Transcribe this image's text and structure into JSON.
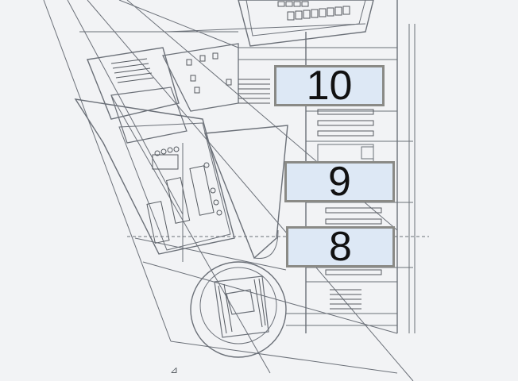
{
  "map": {
    "type": "architectural floor plan",
    "line_color": "#5f646b",
    "background_color": "#f2f3f5"
  },
  "rooms": [
    {
      "id": "10",
      "label": "10",
      "fill": "#dde8f5",
      "border": "#8a8a86"
    },
    {
      "id": "9",
      "label": "9",
      "fill": "#dde8f5",
      "border": "#8a8a86"
    },
    {
      "id": "8",
      "label": "8",
      "fill": "#dde8f5",
      "border": "#8a8a86"
    }
  ]
}
